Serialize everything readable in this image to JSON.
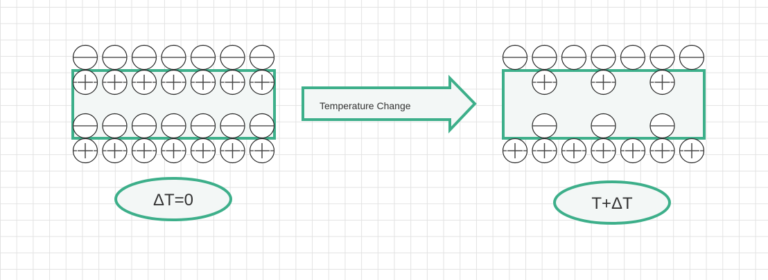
{
  "colors": {
    "accent": "#3daf8a",
    "fill": "#f3f7f6",
    "stroke": "#333333"
  },
  "arrow": {
    "label": "Temperature Change"
  },
  "left": {
    "label": "ΔT=0",
    "rows": [
      [
        "-",
        "-",
        "-",
        "-",
        "-",
        "-",
        "-"
      ],
      [
        "+",
        "+",
        "+",
        "+",
        "+",
        "+",
        "+"
      ],
      [
        "-",
        "-",
        "-",
        "-",
        "-",
        "-",
        "-"
      ],
      [
        "+",
        "+",
        "+",
        "+",
        "+",
        "+",
        "+"
      ]
    ]
  },
  "right": {
    "label": "T+ΔT",
    "rows": [
      [
        "-",
        "-",
        "-",
        "-",
        "-",
        "-",
        "-"
      ],
      [
        "",
        "+",
        "",
        "+",
        "",
        "+",
        ""
      ],
      [
        "",
        "-",
        "",
        "-",
        "",
        "-",
        ""
      ],
      [
        "+",
        "+",
        "+",
        "+",
        "+",
        "+",
        "+"
      ]
    ]
  }
}
